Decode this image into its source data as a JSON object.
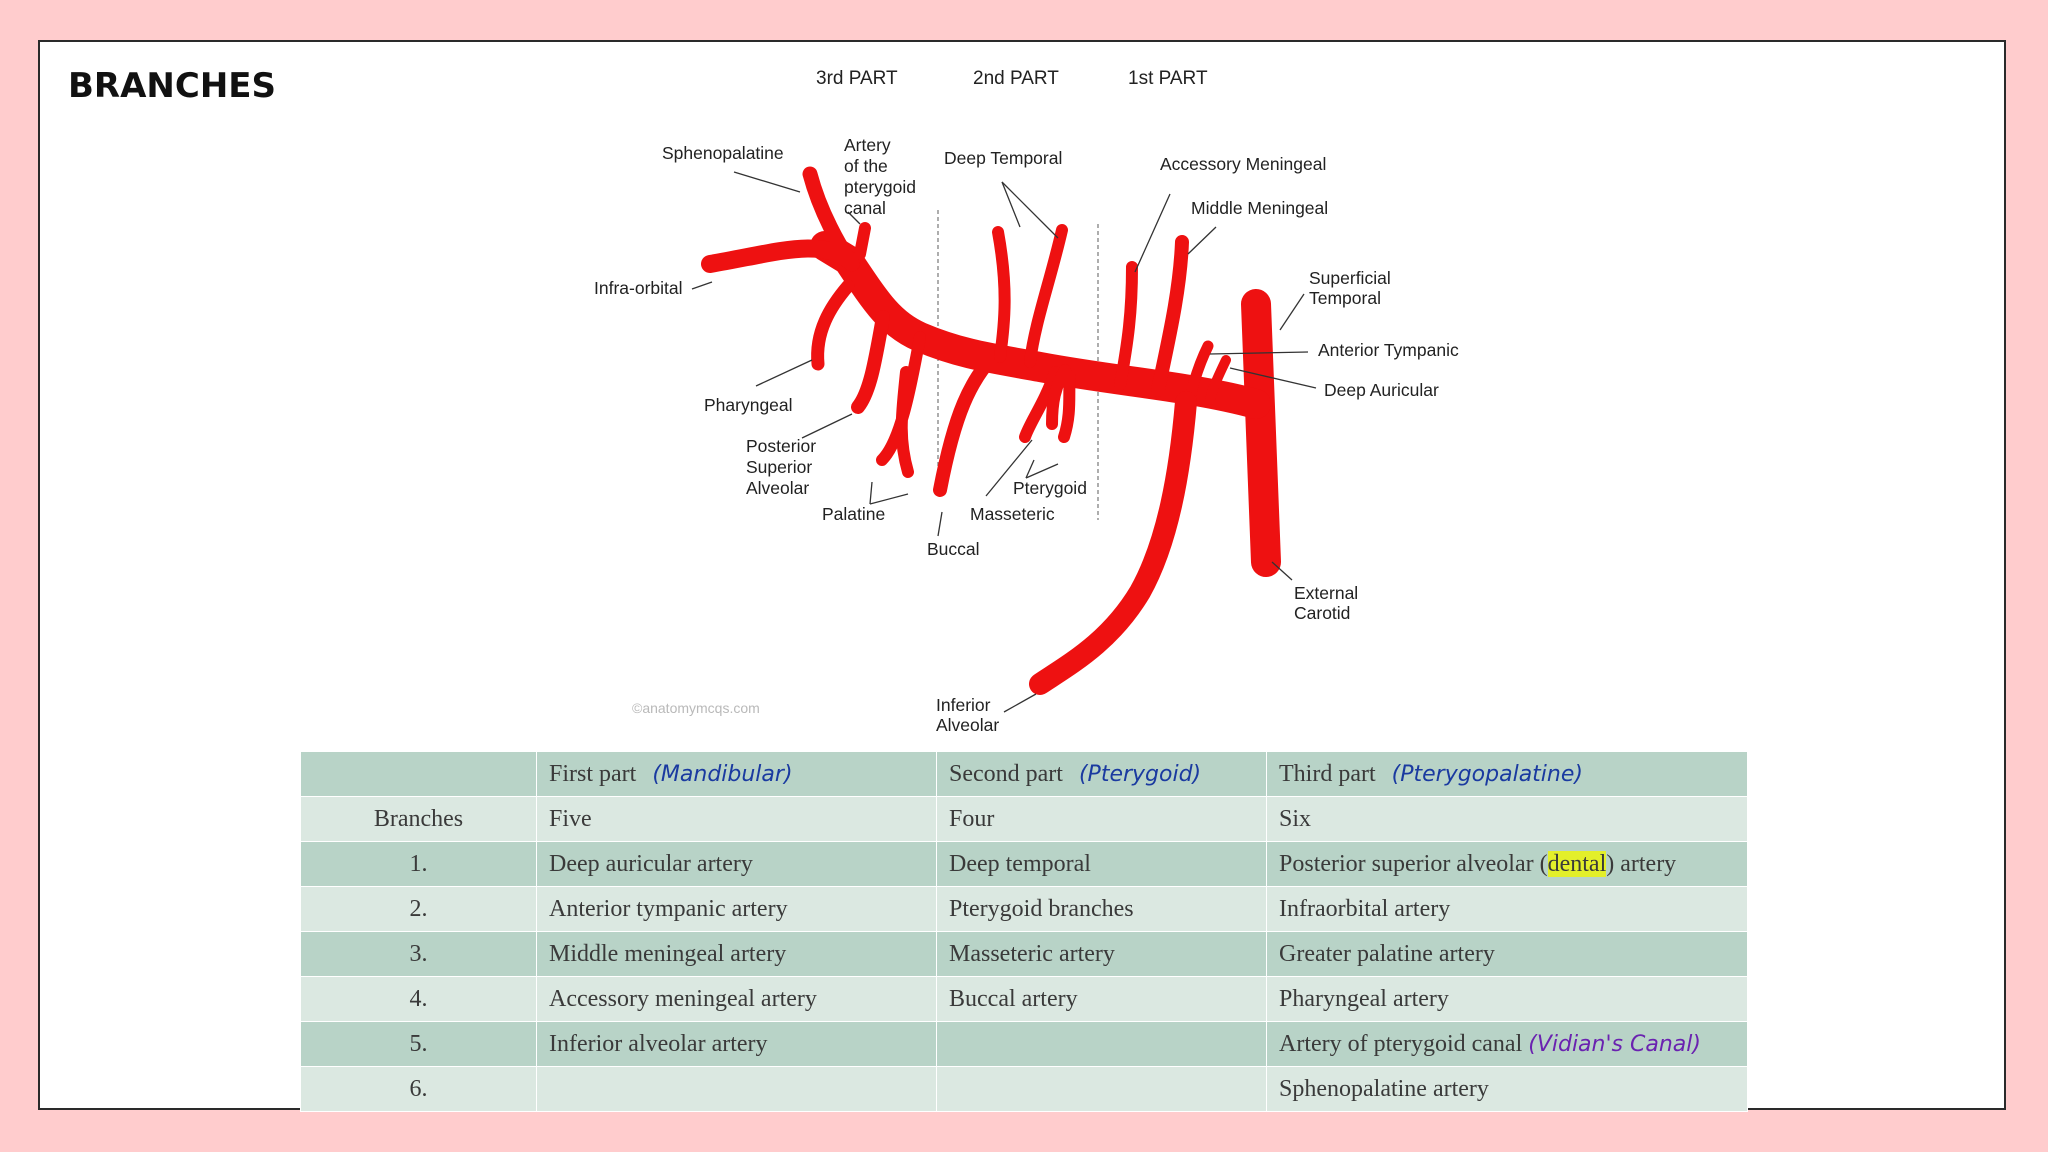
{
  "slide": {
    "title": "BRANCHES",
    "parts": {
      "third": "3rd PART",
      "second": "2nd PART",
      "first": "1st PART"
    }
  },
  "diagram": {
    "labels": {
      "sphenopalatine": "Sphenopalatine",
      "pterygoid_canal": [
        "Artery",
        "of the",
        "pterygoid",
        "canal"
      ],
      "deep_temporal": "Deep Temporal",
      "accessory_meningeal": "Accessory Meningeal",
      "middle_meningeal": "Middle Meningeal",
      "superficial_temporal": [
        "Superficial",
        "Temporal"
      ],
      "anterior_tympanic": "Anterior Tympanic",
      "deep_auricular": "Deep Auricular",
      "infra_orbital": "Infra-orbital",
      "pharyngeal": "Pharyngeal",
      "posterior_superior_alveolar": [
        "Posterior",
        "Superior",
        "Alveolar"
      ],
      "palatine": "Palatine",
      "buccal": "Buccal",
      "masseteric": "Masseteric",
      "pterygoid": "Pterygoid",
      "external_carotid": [
        "External",
        "Carotid"
      ],
      "inferior_alveolar": [
        "Inferior",
        "Alveolar"
      ],
      "watermark": "©anatomymcqs.com"
    },
    "colors": {
      "vessel": "#ee1111"
    }
  },
  "table": {
    "header": [
      {
        "text": "",
        "note": ""
      },
      {
        "text": "First part",
        "note": "(Mandibular)"
      },
      {
        "text": "Second part",
        "note": "(Pterygoid)"
      },
      {
        "text": "Third part",
        "note": "(Pterygopalatine)"
      }
    ],
    "counts": [
      "Branches",
      "Five",
      "Four",
      "Six"
    ],
    "rows": [
      [
        "1.",
        "Deep auricular artery",
        "Deep temporal",
        "Posterior superior alveolar (",
        "dental",
        ") artery"
      ],
      [
        "2.",
        "Anterior tympanic artery",
        "Pterygoid branches",
        "Infraorbital artery"
      ],
      [
        "3.",
        "Middle meningeal artery",
        "Masseteric artery",
        "Greater palatine artery"
      ],
      [
        "4.",
        "Accessory meningeal artery",
        "Buccal artery",
        "Pharyngeal artery"
      ],
      [
        "5.",
        "Inferior alveolar artery",
        "",
        "Artery of pterygoid canal"
      ],
      [
        "6.",
        "",
        "",
        "Sphenopalatine artery"
      ]
    ],
    "row5_note": "(Vidian's Canal)",
    "colors": {
      "dark_row": "#b8d3c7",
      "light_row": "#dbe8e1",
      "handwriting": "#1a3aa0",
      "highlight": "#e3ef2a"
    }
  }
}
